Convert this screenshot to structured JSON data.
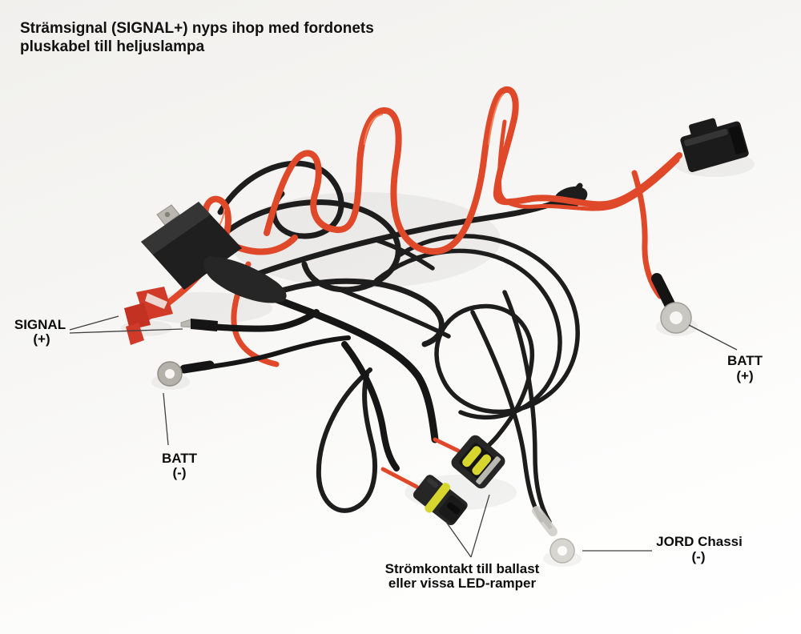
{
  "title": {
    "line1": "Strämsignal (SIGNAL+) nyps ihop med fordonets",
    "line2": "pluskabel till heljuslampa"
  },
  "callouts": {
    "signal": {
      "line1": "SIGNAL",
      "line2": "(+)"
    },
    "batt_negative": {
      "line1": "BATT",
      "line2": "(-)"
    },
    "batt_positive": {
      "line1": "BATT",
      "line2": "(+)"
    },
    "ballast": {
      "line1": "Strömkontakt till ballast",
      "line2": "eller vissa LED-ramper"
    },
    "ground": {
      "line1": "JORD Chassi",
      "line2": "(-)"
    }
  },
  "parts": [
    "relay",
    "quick-splice-tap",
    "bullet-terminal",
    "ring-terminal-batt-negative",
    "ring-terminal-batt-positive",
    "ring-terminal-ground",
    "two-pin-power-connector",
    "ballast-connector-female",
    "ballast-connector-male",
    "red-power-wires",
    "black-ground-wires"
  ],
  "colors": {
    "background_top": "#f1f0ed",
    "background_bottom": "#ffffff",
    "wire_red": "#e0482a",
    "wire_red_dark": "#b83318",
    "wire_black": "#1d1d1d",
    "connector_yellow": "#d6d62e",
    "terminal_silver": "#c6c5c0",
    "relay_black": "#1f1f1f",
    "tap_red": "#d13a28",
    "text": "#111111",
    "callout_line": "#3f3f3f"
  }
}
